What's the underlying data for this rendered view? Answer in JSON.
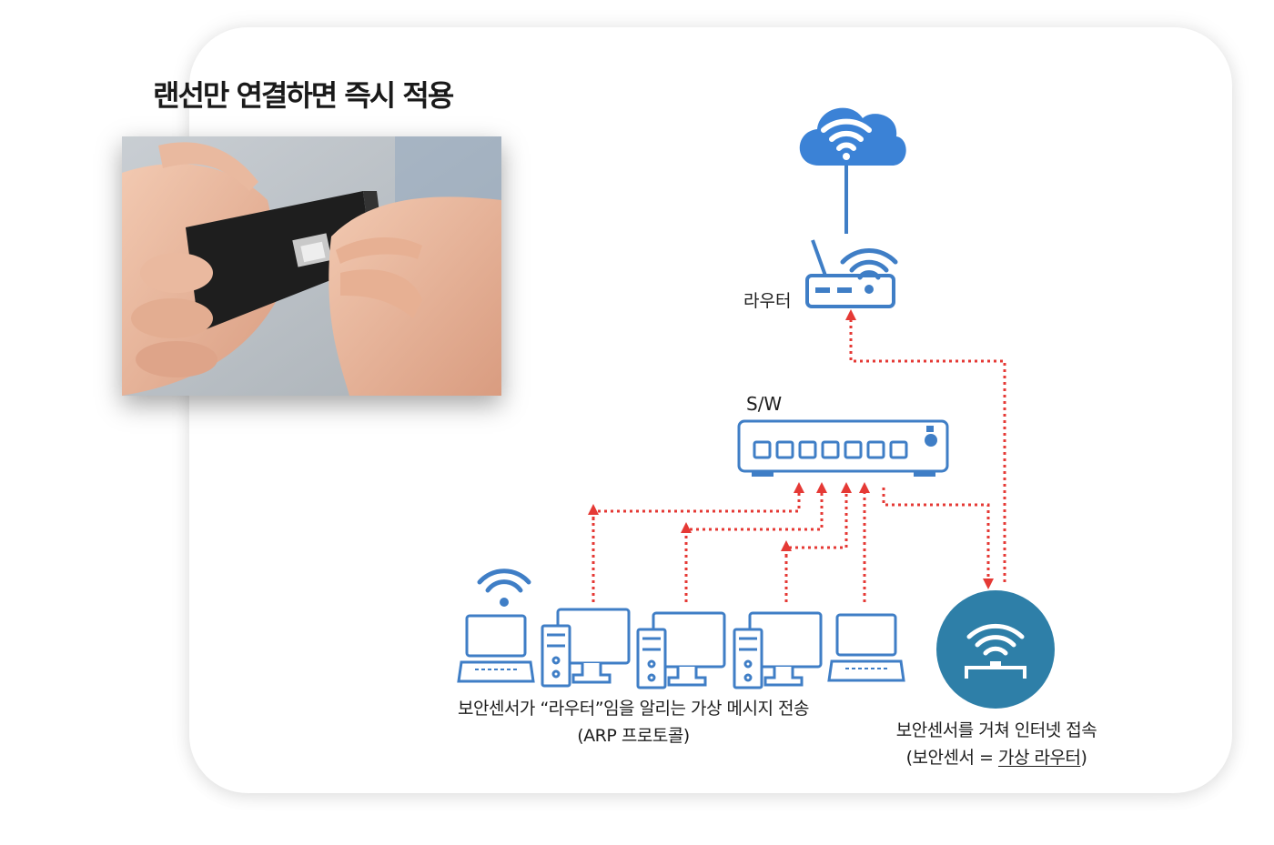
{
  "headline": "랜선만 연결하면 즉시 적용",
  "photo": {
    "icon": "hands-plugging-lan-cable-into-sensor-device"
  },
  "labels": {
    "router": "라우터",
    "switch": "S/W"
  },
  "captions": {
    "left_line1": "보안센서가 “라우터”임을 알리는 가상 메시지 전송",
    "left_line2": "(ARP 프로토콜)",
    "right_line1": "보안센서를 거쳐 인터넷 접속",
    "right_line2_prefix": "(보안센서 = ",
    "right_line2_emph": "가상 라우터",
    "right_line2_suffix": ")"
  },
  "colors": {
    "icon_blue": "#3f7ec6",
    "sensor_teal": "#2e7fa8",
    "arrow_red": "#e53935",
    "cloud_blue": "#3b82d6"
  },
  "icons": {
    "cloud": "cloud-wifi-icon",
    "router": "wifi-router-icon",
    "switch": "network-switch-icon",
    "laptop_wifi": "wifi-icon",
    "sensor": "security-sensor-wifi-icon"
  }
}
